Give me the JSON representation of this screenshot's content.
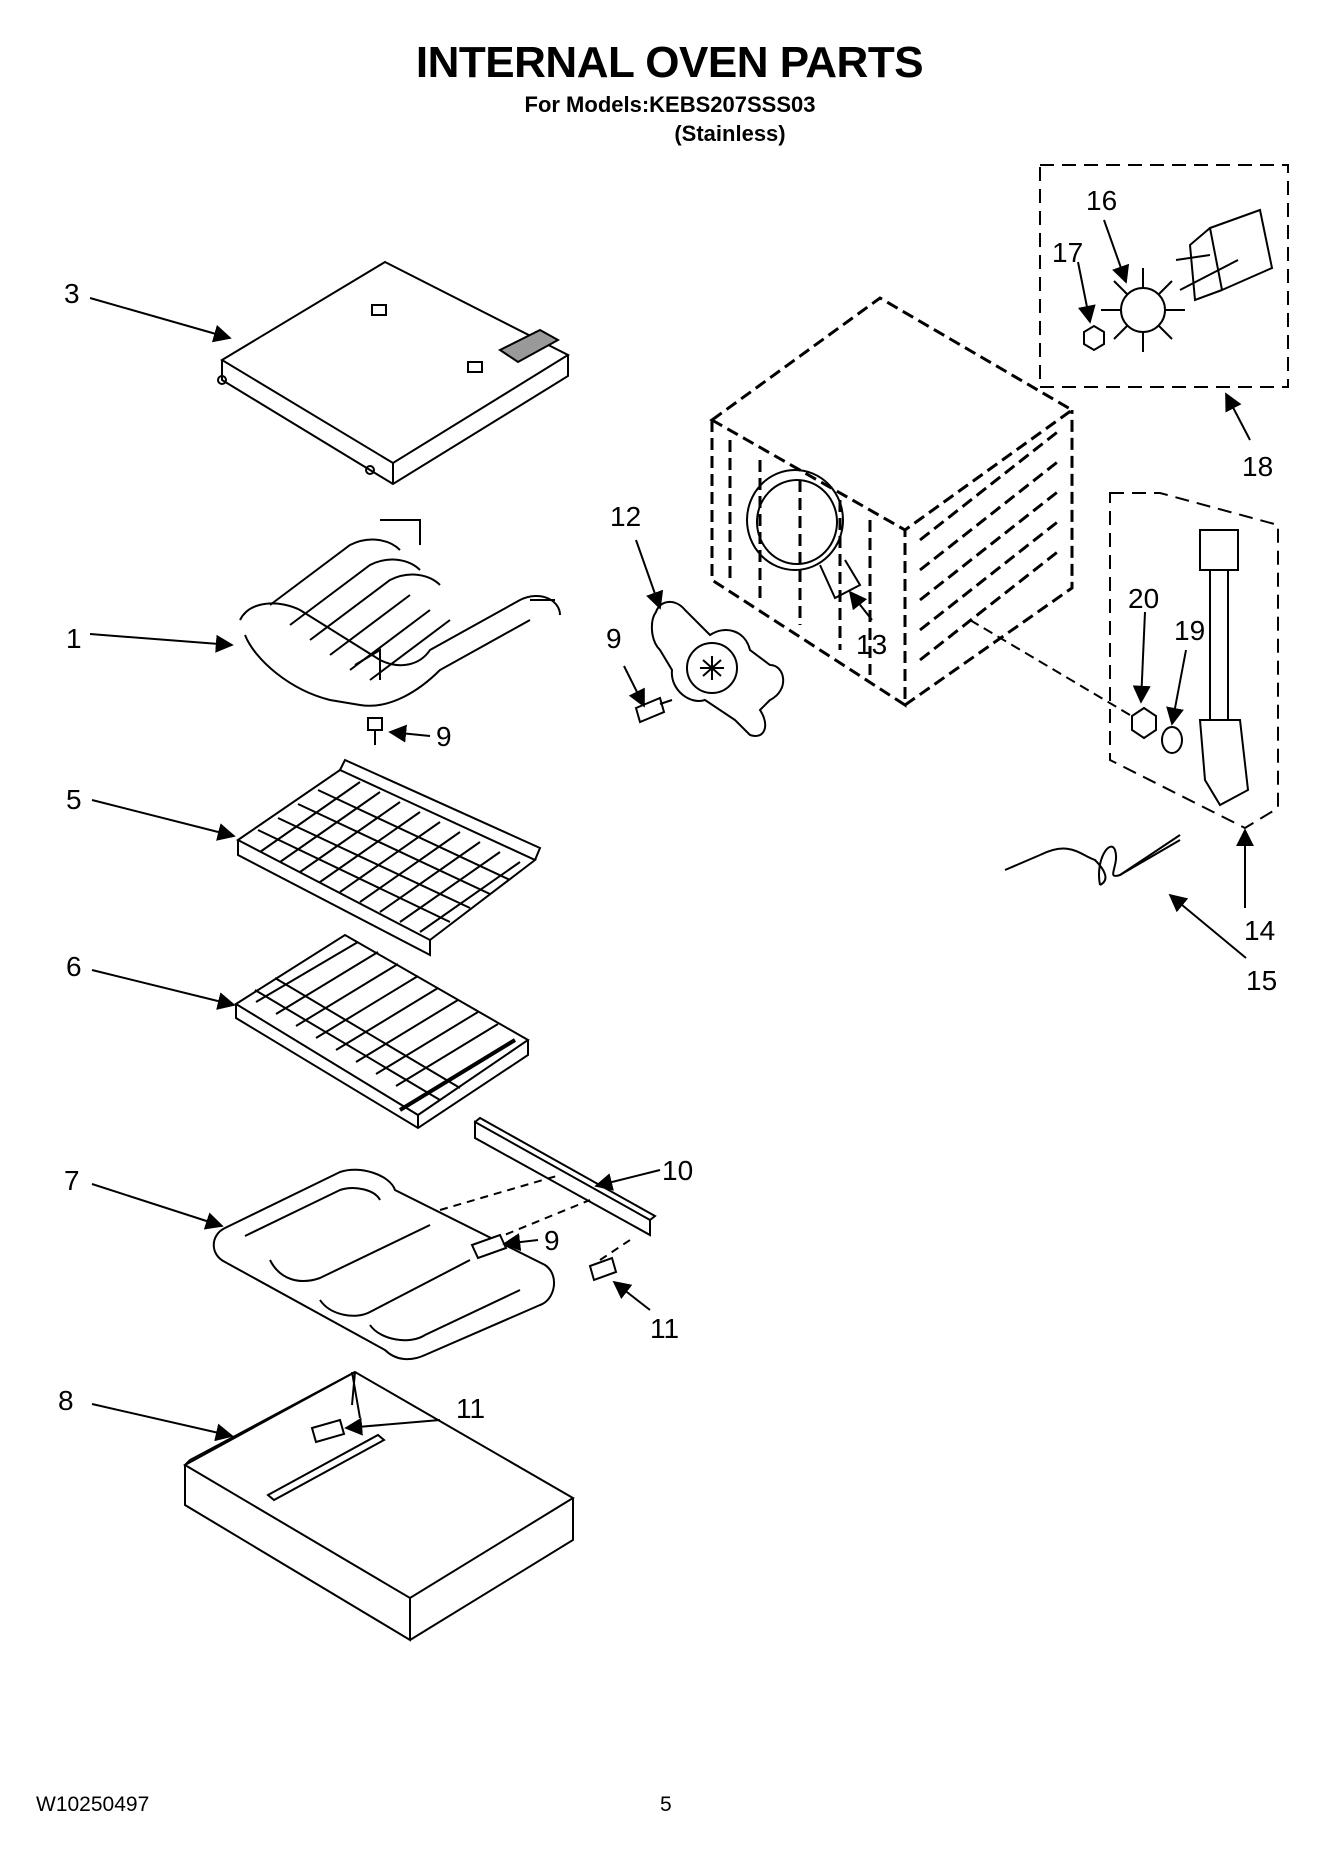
{
  "header": {
    "title": "INTERNAL OVEN PARTS",
    "models": "For Models:KEBS207SSS03",
    "finish": "(Stainless)"
  },
  "footer": {
    "doc_number": "W10250497",
    "page_number": "5"
  },
  "callouts": {
    "c1": "1",
    "c3": "3",
    "c5": "5",
    "c6": "6",
    "c7": "7",
    "c8": "8",
    "c9a": "9",
    "c9b": "9",
    "c9c": "9",
    "c10": "10",
    "c11a": "11",
    "c11b": "11",
    "c12": "12",
    "c13": "13",
    "c14": "14",
    "c15": "15",
    "c16": "16",
    "c17": "17",
    "c18": "18",
    "c19": "19",
    "c20": "20"
  }
}
